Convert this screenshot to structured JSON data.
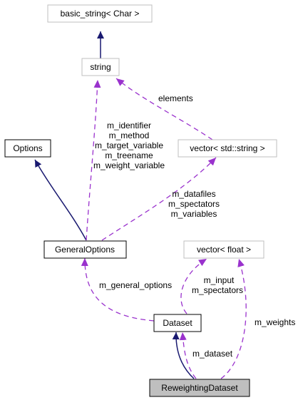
{
  "colors": {
    "inheritance_edge": "#191970",
    "usage_edge": "#9a32cd",
    "node_border_solid": "#000000",
    "node_border_light": "#bfbfbf",
    "highlight_fill": "#bfbfbf",
    "node_fill": "#ffffff"
  },
  "nodes": {
    "basic_string": "basic_string< Char >",
    "string": "string",
    "vector_string": "vector< std::string >",
    "options": "Options",
    "general_options": "GeneralOptions",
    "vector_float": "vector< float >",
    "dataset": "Dataset",
    "reweighting_dataset": "ReweightingDataset"
  },
  "edge_labels": {
    "elements": "elements",
    "string_to_general": [
      "m_identifier",
      "m_method",
      "m_target_variable",
      "m_treename",
      "m_weight_variable"
    ],
    "vector_string_to_general": [
      "m_datafiles",
      "m_spectators",
      "m_variables"
    ],
    "general_to_dataset": "m_general_options",
    "vector_float_to_dataset": [
      "m_input",
      "m_spectators"
    ],
    "vector_float_to_reweighting": "m_weights",
    "dataset_to_reweighting": "m_dataset"
  }
}
